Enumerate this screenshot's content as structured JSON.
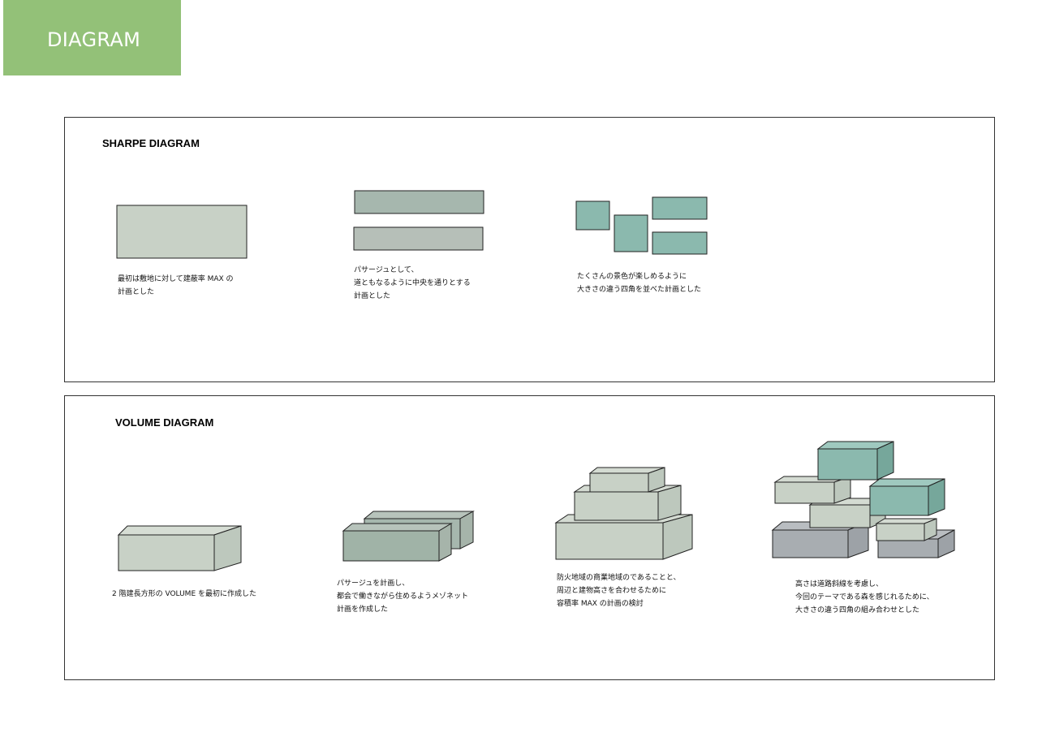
{
  "header": {
    "title": "DIAGRAM",
    "bg_color": "#93c178"
  },
  "shape_panel": {
    "title": "SHARPE DIAGRAM",
    "captions": [
      {
        "lines": [
          "最初は敷地に対して建蔽率 MAX の",
          "計画とした"
        ]
      },
      {
        "lines": [
          "パサージュとして、",
          "道ともなるように中央を通りとする",
          "計画とした"
        ]
      },
      {
        "lines": [
          "たくさんの景色が楽しめるように",
          "大きさの違う四角を並べた計画とした"
        ]
      }
    ]
  },
  "volume_panel": {
    "title": "VOLUME DIAGRAM",
    "captions": [
      {
        "lines": [
          "2 階建長方形の VOLUME を最初に作成した"
        ]
      },
      {
        "lines": [
          "パサージュを計画し、",
          "都会で働きながら住めるようメゾネット",
          "計画を作成した"
        ]
      },
      {
        "lines": [
          "防火地域の商業地域のであることと、",
          "周辺と建物高さを合わせるために",
          "容積率 MAX の計画の検討"
        ]
      },
      {
        "lines": [
          "高さは道路斜線を考慮し、",
          "今回のテーマである森を感じれるために、",
          "大きさの違う四角の組み合わせとした"
        ]
      }
    ]
  },
  "colors": {
    "pale_gray_green": "#c8d1c6",
    "gray_green": "#a6b7ae",
    "teal": "#8bb9ae",
    "slate": "#a8adb1",
    "outline": "#222222"
  }
}
